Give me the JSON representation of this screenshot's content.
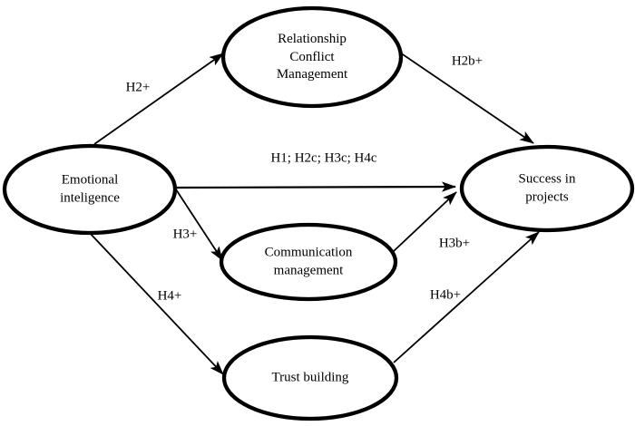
{
  "diagram": {
    "type": "path-model-diagram",
    "background_color": "#ffffff",
    "stroke_color": "#000000",
    "text_color": "#000000",
    "nodes": {
      "emotional_intelligence": {
        "label": "Emotional inteligence"
      },
      "relationship_conflict_management": {
        "label": "Relationship Conflict Management"
      },
      "communication_management": {
        "label": "Communication management"
      },
      "trust_building": {
        "label": "Trust building"
      },
      "success_in_projects": {
        "label": "Success in projects"
      }
    },
    "edge_labels": {
      "h2": "H2+",
      "h1": "H1; H2c; H3c; H4c",
      "h3": "H3+",
      "h4": "H4+",
      "h2b": "H2b+",
      "h3b": "H3b+",
      "h4b": "H4b+"
    }
  }
}
